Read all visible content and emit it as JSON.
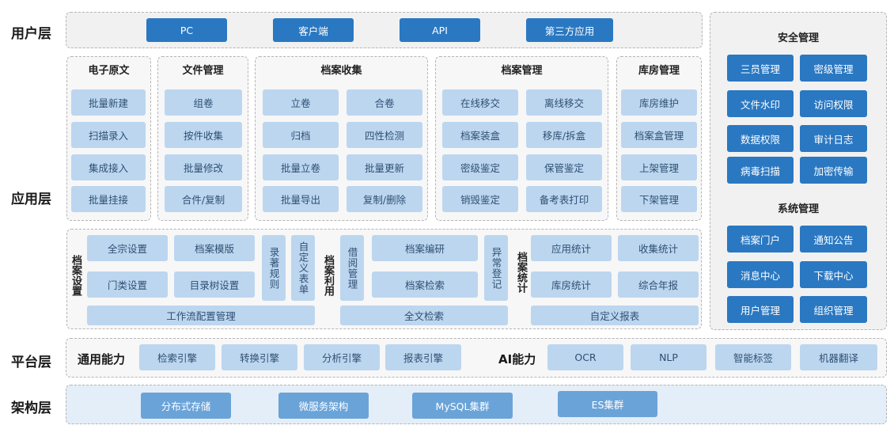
{
  "layers": {
    "user": "用户层",
    "app": "应用层",
    "platform": "平台层",
    "arch": "架构层"
  },
  "user_layer": {
    "items": [
      "PC",
      "客户端",
      "API",
      "第三方应用"
    ]
  },
  "modules": {
    "electronic": {
      "title": "电子原文",
      "items": [
        "批量新建",
        "扫描录入",
        "集成接入",
        "批量挂接"
      ]
    },
    "file": {
      "title": "文件管理",
      "items": [
        "组卷",
        "按件收集",
        "批量修改",
        "合件/复制"
      ]
    },
    "collect": {
      "title": "档案收集",
      "items": [
        "立卷",
        "合卷",
        "归档",
        "四性检测",
        "批量立卷",
        "批量更新",
        "批量导出",
        "复制/删除"
      ]
    },
    "manage": {
      "title": "档案管理",
      "items": [
        "在线移交",
        "离线移交",
        "档案装盒",
        "移库/拆盒",
        "密级鉴定",
        "保管鉴定",
        "销毁鉴定",
        "备考表打印"
      ]
    },
    "warehouse": {
      "title": "库房管理",
      "items": [
        "库房维护",
        "档案盒管理",
        "上架管理",
        "下架管理"
      ]
    }
  },
  "settings": {
    "title": "档案设置",
    "items": [
      "全宗设置",
      "档案模版",
      "门类设置",
      "目录树设置"
    ],
    "vertical": [
      "录著规则",
      "自定义表单"
    ],
    "bottom": "工作流配置管理"
  },
  "utilization": {
    "title": "档案利用",
    "left_vertical": "借阅管理",
    "items": [
      "档案编研",
      "档案检索"
    ],
    "right_vertical": "异常登记",
    "bottom": "全文检索"
  },
  "statistics": {
    "title": "档案统计",
    "items": [
      "应用统计",
      "收集统计",
      "库房统计",
      "综合年报"
    ],
    "bottom": "自定义报表"
  },
  "security": {
    "title": "安全管理",
    "items": [
      "三员管理",
      "密级管理",
      "文件水印",
      "访问权限",
      "数据权限",
      "审计日志",
      "病毒扫描",
      "加密传输"
    ]
  },
  "system": {
    "title": "系统管理",
    "items": [
      "档案门户",
      "通知公告",
      "消息中心",
      "下载中心",
      "用户管理",
      "组织管理"
    ]
  },
  "platform": {
    "general_label": "通用能力",
    "general_items": [
      "检索引擎",
      "转换引擎",
      "分析引擎",
      "报表引擎"
    ],
    "ai_label": "AI能力",
    "ai_items": [
      "OCR",
      "NLP",
      "智能标签",
      "机器翻译"
    ]
  },
  "architecture": {
    "items": [
      "分布式存储",
      "微服务架构",
      "MySQL集群",
      "ES集群"
    ]
  },
  "colors": {
    "dark_button": "#2a78c2",
    "light_button": "#bcd6ef",
    "panel_bg": "#f7f7f7"
  }
}
